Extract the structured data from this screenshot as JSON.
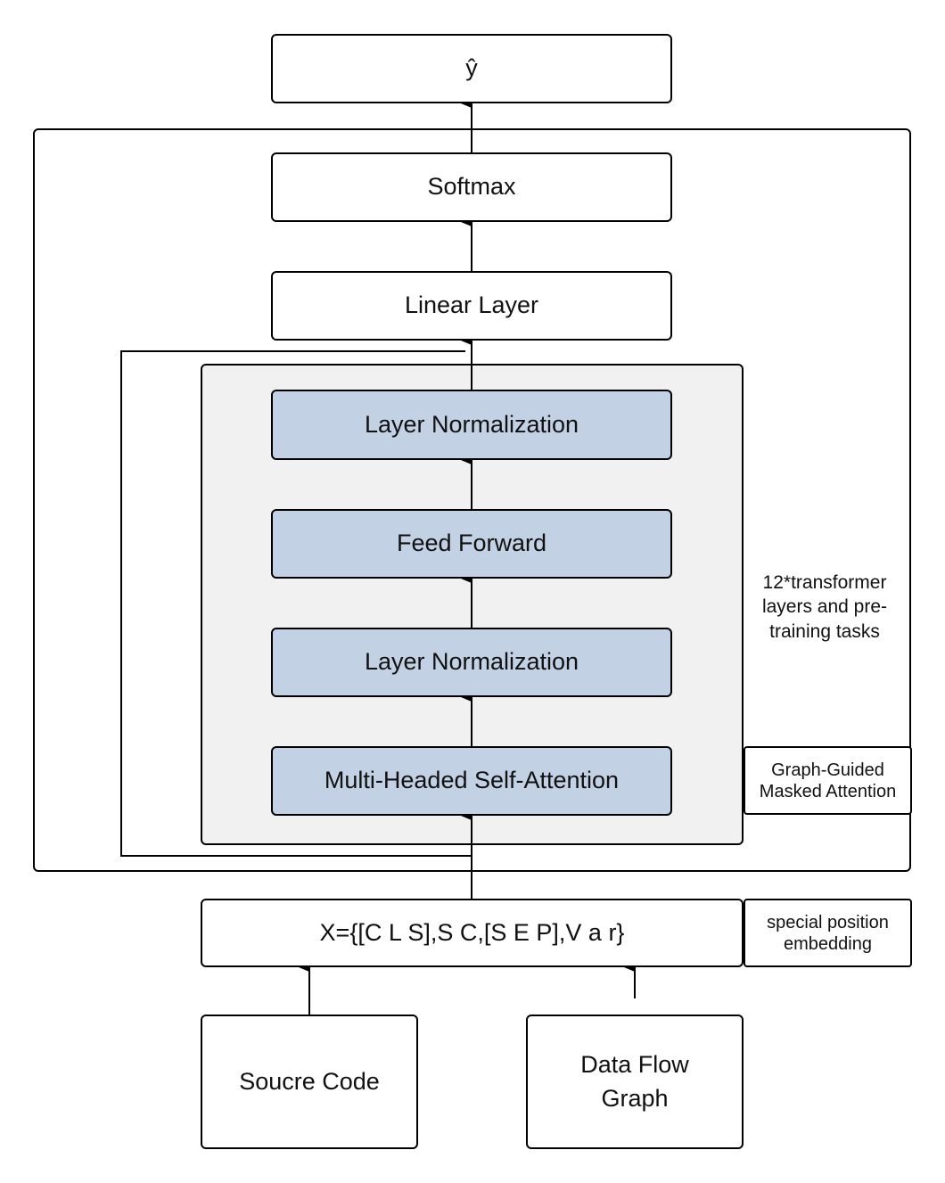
{
  "diagram": {
    "output": "ŷ",
    "softmax": "Softmax",
    "linear": "Linear Layer",
    "layer_norm_top": "Layer Normalization",
    "feed_forward": "Feed Forward",
    "layer_norm_bottom": "Layer Normalization",
    "mhsa": "Multi-Headed Self-Attention",
    "transformer_note": "12*transformer layers and pre-training tasks",
    "graph_guided": "Graph-Guided Masked Attention",
    "input": "X={[C L S],S C,[S E P],V a r}",
    "special_position": "special position embedding",
    "source_code": "Soucre Code",
    "data_flow": "Data Flow Graph"
  },
  "colors": {
    "encoder_fill": "#f1f1f1",
    "block_fill": "#c2d1e4",
    "line": "#000000"
  }
}
